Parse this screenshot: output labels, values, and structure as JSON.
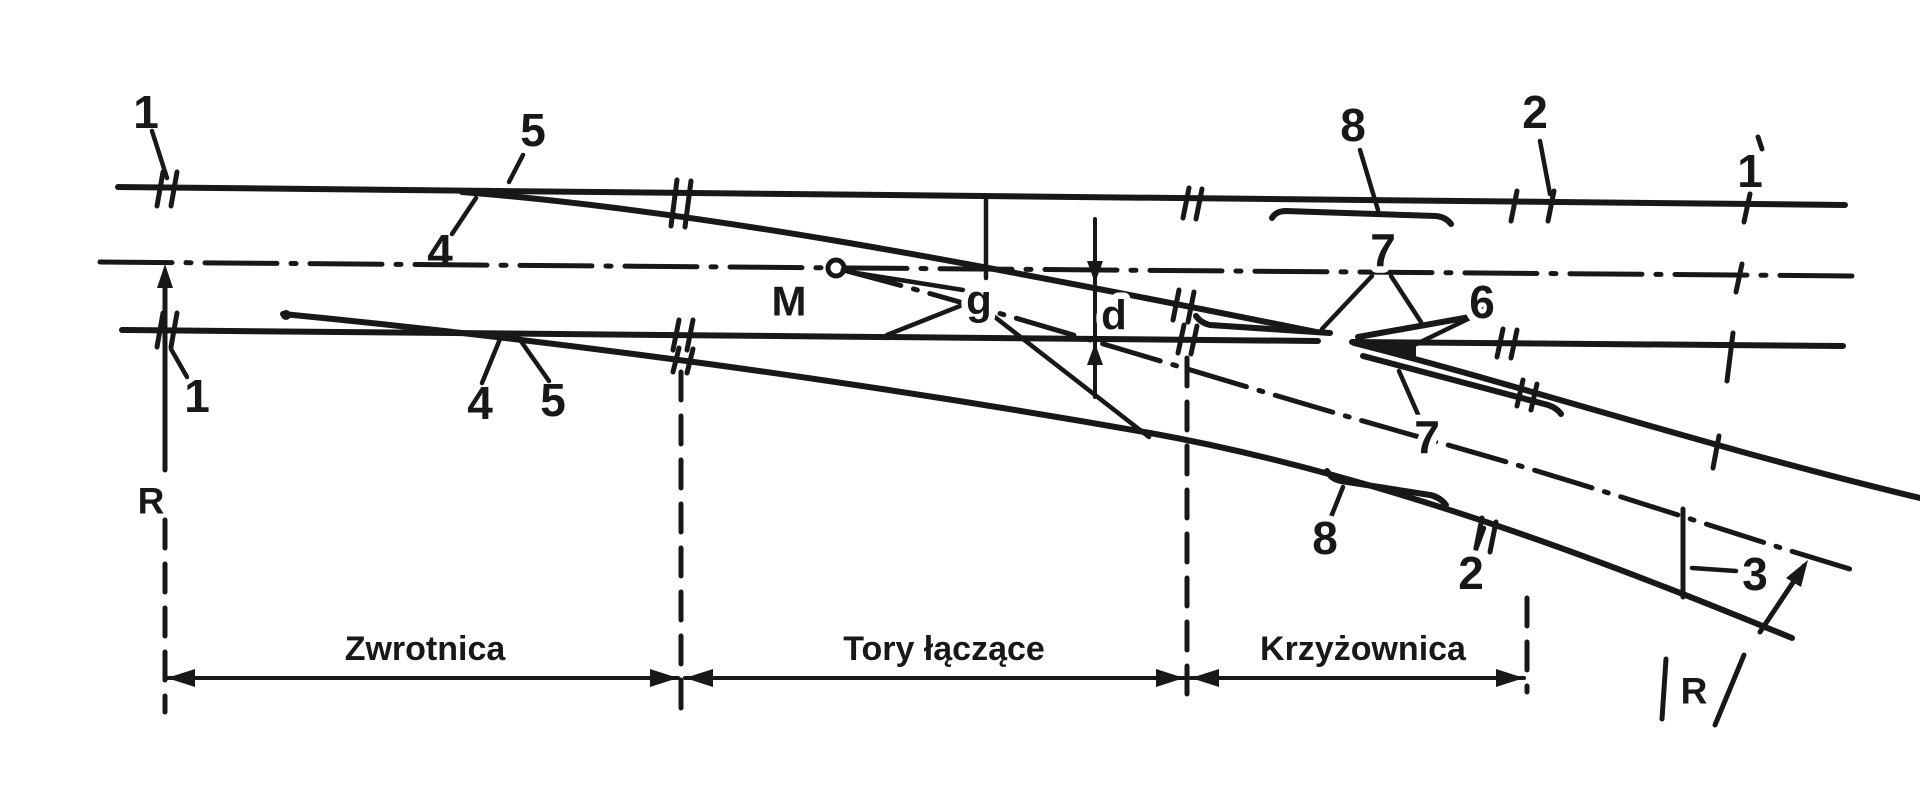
{
  "colors": {
    "background": "#ffffff",
    "ink": "#181818"
  },
  "sections": [
    {
      "label": "Zwrotnica"
    },
    {
      "label": "Tory łączące"
    },
    {
      "label": "Krzyżownica"
    }
  ],
  "symbols": {
    "center": "M",
    "gauge": "g",
    "distance": "d",
    "radius": "R"
  },
  "part_labels": {
    "joint_top_left": "1",
    "joint_bottom_left": "1",
    "joint_top_right": "1",
    "joint_top_mid": "2",
    "joint_diverging": "2",
    "axis_gauge_mark": "3",
    "switch_blade_top": "4",
    "switch_blade_bottom": "4",
    "stock_rail_top": "5",
    "stock_rail_bottom": "5",
    "frog_point": "6",
    "wing_rails_top": "7",
    "wing_rails_bottom": "7",
    "check_rail_top": "8",
    "check_rail_bottom": "8"
  }
}
